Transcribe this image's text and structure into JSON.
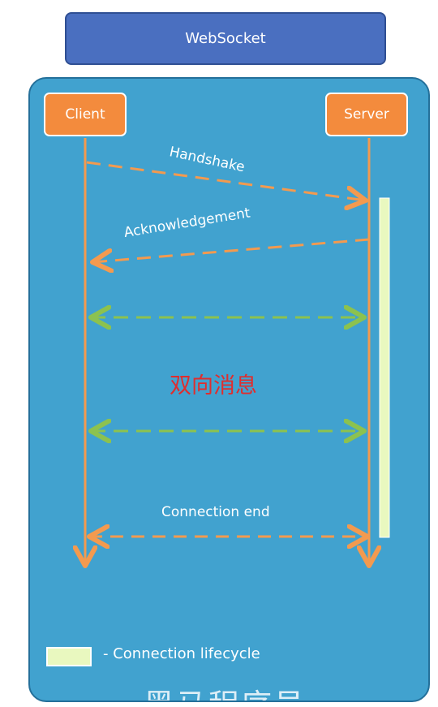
{
  "title": "WebSocket",
  "actors": {
    "client": "Client",
    "server": "Server"
  },
  "messages": {
    "handshake": "Handshake",
    "acknowledgement": "Acknowledgement",
    "bidirectional": "双向消息",
    "connection_end": "Connection end"
  },
  "legend": {
    "lifecycle": "- Connection lifecycle"
  },
  "watermark": "黑马程序员",
  "colors": {
    "title_box": "#4a6fc0",
    "panel": "#41a2cf",
    "actor": "#f38b3d",
    "orange_arrow": "#f39a4f",
    "green_arrow": "#8cc24f",
    "lifecycle_bar": "#e9f8bf",
    "bidirectional_text": "#e02d2d"
  }
}
